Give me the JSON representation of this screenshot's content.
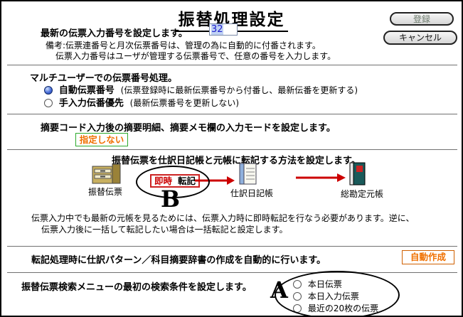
{
  "window": {
    "title": "振替処理設定"
  },
  "buttons": {
    "register": "登録",
    "cancel": "キャンセル"
  },
  "slip_number": {
    "label": "最新の伝票入力番号を設定します。",
    "value": "32",
    "note1": "備考:伝票連番号と月次伝票番号は、管理の為に自動的に付番されます。",
    "note2": "伝票入力番号はユーザが管理する伝票番号で、任意の番号を入力します。"
  },
  "multiuser": {
    "label": "マルチユーザーでの伝票番号処理。",
    "options": [
      {
        "label": "自動伝票番号",
        "note": "(伝票登録時に最新伝票番号から付番し、最新伝番を更新する)",
        "selected": true
      },
      {
        "label": "手入力伝番優先",
        "note": "(最新伝票番号を更新しない)",
        "selected": false
      }
    ]
  },
  "memo_mode": {
    "label": "摘要コード入力後の摘要明細、摘要メモ欄の入力モードを設定します。",
    "value": "指定しない"
  },
  "posting": {
    "label": "振替伝票を仕訳日記帳と元帳に転記する方法を設定します。",
    "source_label": "振替伝票",
    "mode_immediate": "即時",
    "mode_posting": "転記",
    "journal_label": "仕訳日記帳",
    "ledger_label": "総勘定元帳",
    "note1": "伝票入力中でも最新の元帳を見るためには、伝票入力時に即時転記を行なう必要があります。逆に、",
    "note2": "伝票入力後に一括して転記したい場合は一括転記と設定します。"
  },
  "auto_create": {
    "label": "転記処理時に仕訳パターン／科目摘要辞書の作成を自動的に行います。",
    "button": "自動作成"
  },
  "search": {
    "label": "振替伝票検索メニューの最初の検索条件を設定します。",
    "options": [
      {
        "label": "本日伝票",
        "selected": false
      },
      {
        "label": "本日入力伝票",
        "selected": false
      },
      {
        "label": "最近の20枚の伝票",
        "selected": false
      }
    ]
  },
  "annotations": {
    "a": "A",
    "b": "B"
  },
  "colors": {
    "accent_red": "#cc0000",
    "value_orange": "#f07000",
    "green_border": "#2daa2d",
    "input_blue": "#1c1ccc"
  }
}
